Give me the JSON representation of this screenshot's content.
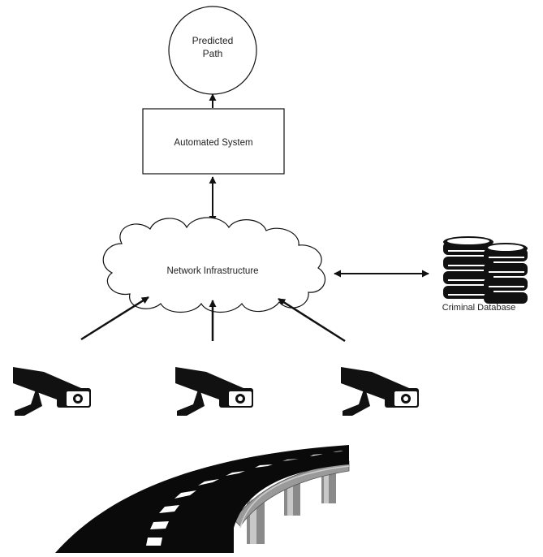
{
  "nodes": {
    "predicted_path": {
      "line1": "Predicted",
      "line2": "Path"
    },
    "automated_system": {
      "label": "Automated System"
    },
    "network": {
      "label": "Network Infrastructure"
    },
    "database": {
      "label": "Criminal Database"
    }
  },
  "colors": {
    "stroke": "#111111",
    "camera_body": "#111111",
    "road": "#0a0a0a",
    "lane_marking": "#ffffff",
    "bridge_gray": "#8c8c8c"
  },
  "icons": [
    "camera-icon",
    "database-icon",
    "cloud-shape",
    "road-bridge-illustration"
  ]
}
